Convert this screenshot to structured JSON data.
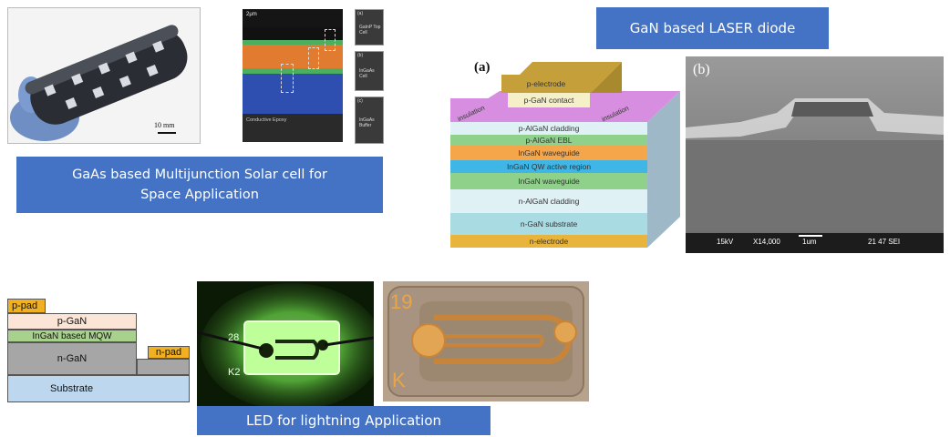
{
  "solar": {
    "caption_line1": "GaAs based Multijunction Solar cell for",
    "caption_line2": "Space Application",
    "photo_scale": "10 mm",
    "sem_scale": "2μm",
    "sem_footer": "Conductive Epoxy",
    "inset_labels": [
      "(a)",
      "(b)",
      "(c)"
    ],
    "inset_texts": [
      "GaInP Top Cell",
      "InGaAs Cell",
      "InGaAs Buffer"
    ]
  },
  "laser": {
    "caption": "GaN based LASER diode",
    "panel_a_label": "(a)",
    "panel_b_label": "(b)",
    "insulation_label": "insulation",
    "layers": [
      "p-electrode",
      "p-GaN contact",
      "p-AlGaN cladding",
      "p-AlGaN EBL",
      "InGaN waveguide",
      "InGaN QW active region",
      "InGaN waveguide",
      "n-AlGaN cladding",
      "n-GaN substrate",
      "n-electrode"
    ],
    "sem_info": {
      "voltage": "15kV",
      "magnification": "X14,000",
      "scale": "1um",
      "code": "21 47 SEI"
    }
  },
  "led": {
    "caption": "LED for lightning Application",
    "layers": {
      "p_pad": "p-pad",
      "p_gan": "p-GaN",
      "mqw": "InGaN based MQW",
      "n_gan": "n-GaN",
      "n_pad": "n-pad",
      "substrate": "Substrate"
    },
    "photo1_marks": [
      "28",
      "K2"
    ],
    "photo2_marks": [
      "19",
      "K"
    ]
  },
  "colors": {
    "caption_bg": "#4472c4",
    "p_pad": "#f0b020",
    "p_gan": "#fbe5d6",
    "mqw": "#a9d18e",
    "n_gan": "#a6a6a6",
    "substrate": "#bdd7ee",
    "led_glow": "#7dff55",
    "chip_copper": "#c8853a"
  }
}
